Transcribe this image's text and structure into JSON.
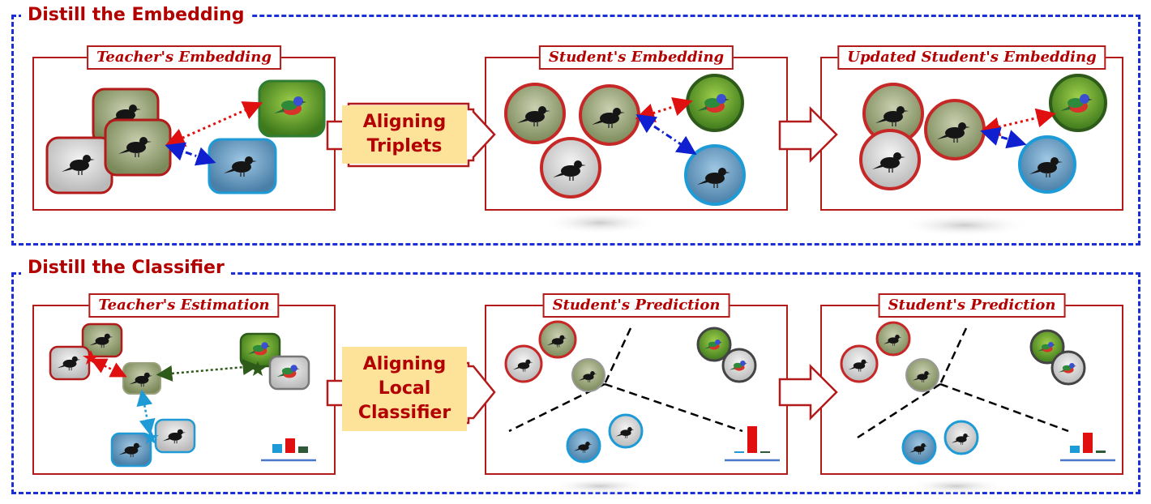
{
  "sections": {
    "embedding": {
      "title": "Distill the Embedding"
    },
    "classifier": {
      "title": "Distill the Classifier"
    }
  },
  "panels": {
    "teacher_embedding": "Teacher's Embedding",
    "student_embedding": "Student's Embedding",
    "updated_student_embedding": "Updated Student's Embedding",
    "teacher_estimation": "Teacher's Estimation",
    "student_prediction_1": "Student's Prediction",
    "student_prediction_2": "Student's Prediction"
  },
  "steps": {
    "aligning_triplets": "Aligning\nTriplets",
    "aligning_local_classifier": "Aligning\nLocal\nClassifier"
  },
  "icons": {
    "bird_images": "bird-photo-icon",
    "histogram": "bar-histogram-icon",
    "star": "star-icon"
  },
  "colors": {
    "section_border": "#1a2fd6",
    "panel_border": "#b31a1a",
    "title_text": "#b30000",
    "step_fill": "#fde29a",
    "anchor_class": "#c62828",
    "positive_class": "#2e7d32",
    "negative_class": "#1e9bd7",
    "unknown_class": "#444444"
  }
}
